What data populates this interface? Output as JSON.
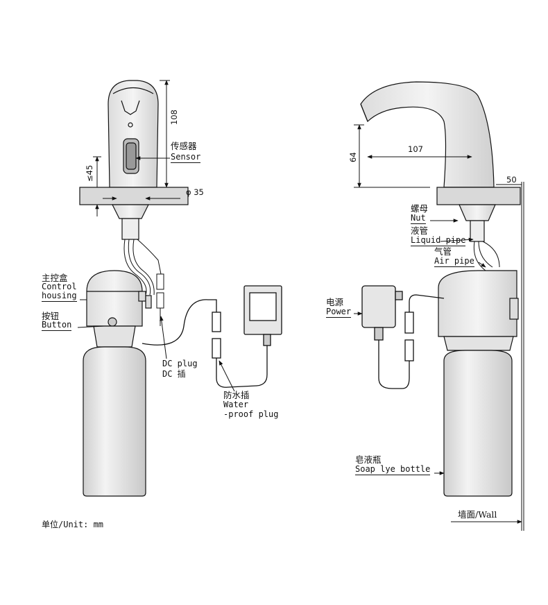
{
  "units_note": "单位/Unit: mm",
  "left": {
    "sensor_cn": "传感器",
    "sensor_en": "Sensor",
    "height_dim": "108",
    "thickness_dim": "≤45",
    "hole_dim": "φ 35",
    "control_cn": "主控盒",
    "control_en1": "Control",
    "control_en2": "housing",
    "button_cn": "按钮",
    "button_en": "Button",
    "dc_en": "DC plug",
    "dc_cn": "DC 插",
    "waterproof_cn": "防水插",
    "waterproof_en1": "Water",
    "waterproof_en2": "-proof plug"
  },
  "right": {
    "reach_dim": "107",
    "height_dim": "64",
    "wall_dim": "50",
    "nut_cn": "螺母",
    "nut_en": "Nut",
    "liquid_cn": "液管",
    "liquid_en": "Liquid pipe",
    "air_cn": "气管",
    "air_en": "Air pipe",
    "power_cn": "电源",
    "power_en": "Power",
    "bottle_cn": "皂液瓶",
    "bottle_en": "Soap lye bottle",
    "wall": "墙面/Wall"
  }
}
